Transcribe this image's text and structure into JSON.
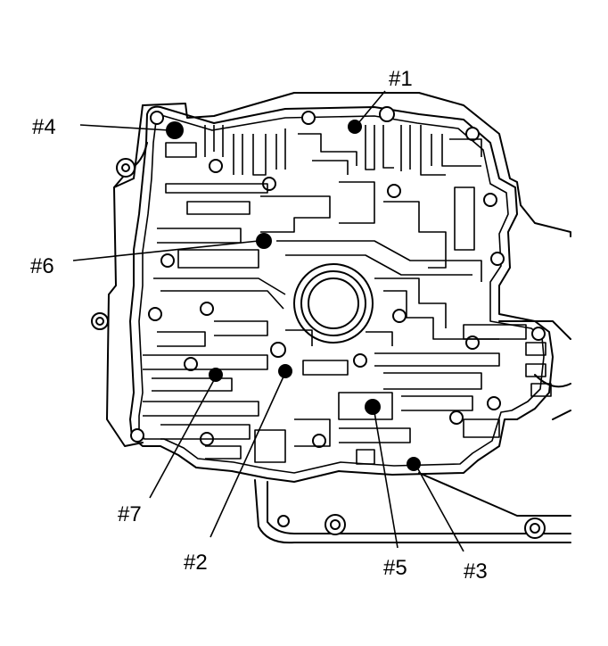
{
  "callouts": {
    "c1": "#1",
    "c2": "#2",
    "c3": "#3",
    "c4": "#4",
    "c5": "#5",
    "c6": "#6",
    "c7": "#7"
  },
  "colors": {
    "ink": "#000000",
    "paper": "#ffffff"
  }
}
